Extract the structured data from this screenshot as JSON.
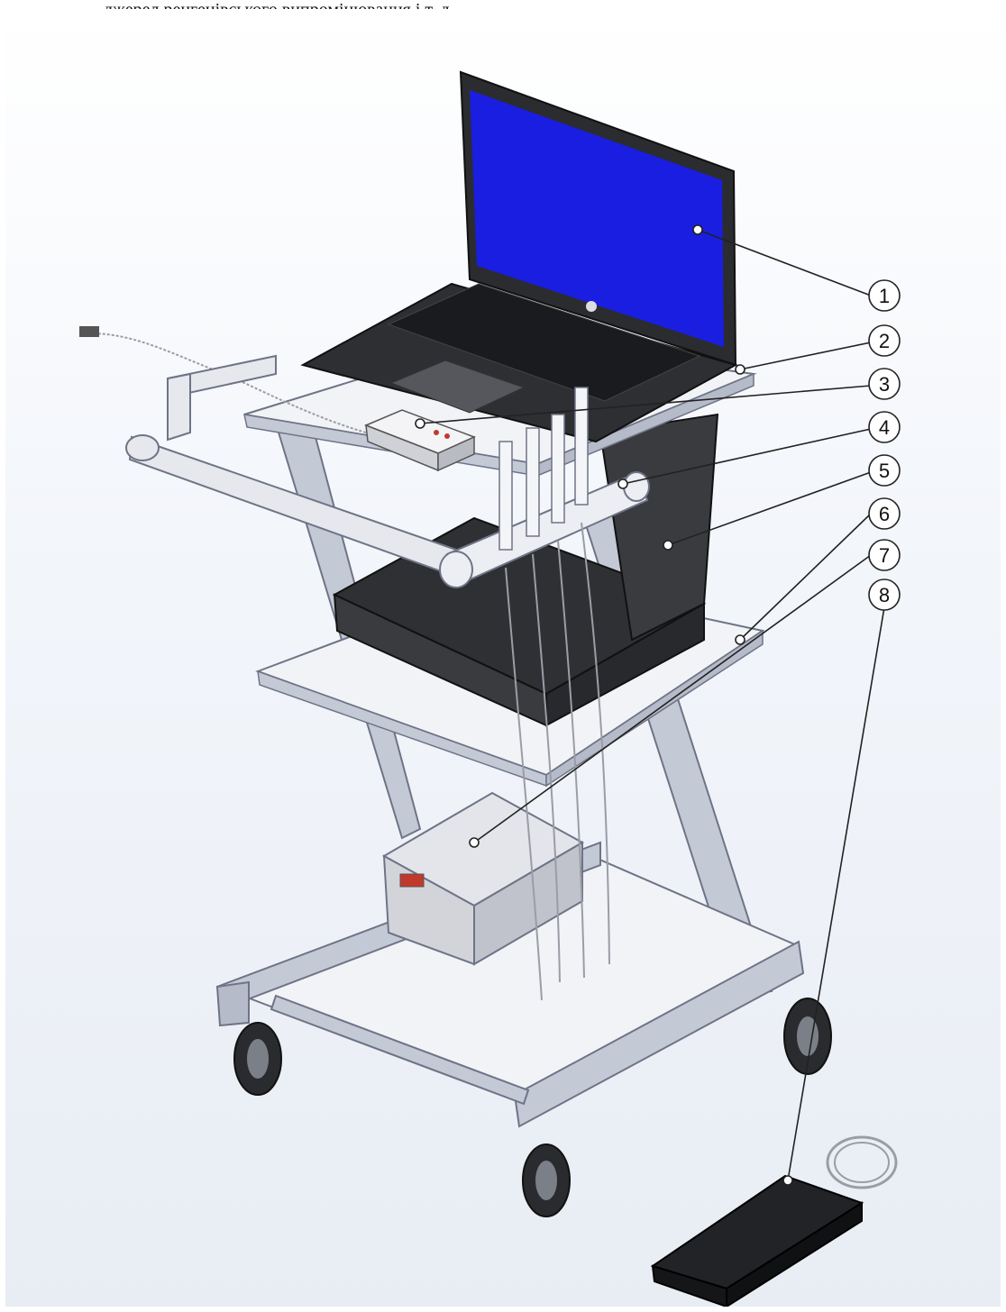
{
  "caption": "джерел ренгенівського випромінювання і т. д.",
  "callouts": [
    "1",
    "2",
    "3",
    "4",
    "5",
    "6",
    "7",
    "8"
  ],
  "colors": {
    "screen": "#1a1ee0",
    "frame": "#c4c9d6",
    "frame_dark": "#8a90a2",
    "shelf": "#f2f3f7",
    "laptop": "#2e2f33",
    "device": "#2f3033",
    "box": "#d8d9de",
    "pedal": "#222326",
    "leader": "#222222"
  }
}
